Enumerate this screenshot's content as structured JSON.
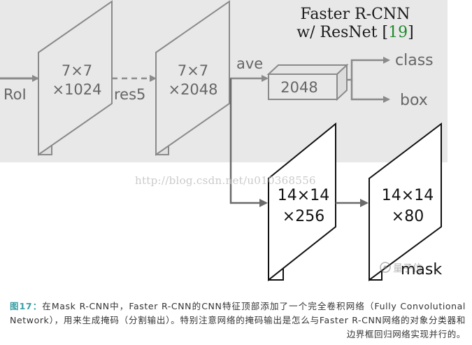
{
  "figure": {
    "title_line1": "Faster R-CNN",
    "title_line2_prefix": "w/ ResNet [",
    "title_ref": "19",
    "title_line2_suffix": "]",
    "input_label": "RoI",
    "box1_line1": "7×7",
    "box1_line2": "×1024",
    "res5_label": "res5",
    "box2_line1": "7×7",
    "box2_line2": "×2048",
    "ave_label": "ave",
    "vector_label": "2048",
    "class_label": "class",
    "box_label": "box",
    "mask1_line1": "14×14",
    "mask1_line2": "×256",
    "mask2_line1": "14×14",
    "mask2_line2": "×80",
    "mask_label": "mask",
    "watermark_url": "http://blog.csdn.net/u010368556",
    "stamp_text": "量子位"
  },
  "caption": {
    "lead": "图17：",
    "text": "在Mask R-CNN中，Faster R-CNN的CNN特征顶部添加了一个完全卷积网络（Fully Convolutional Network），用来生成掩码（分割输出）。特别注意网络的掩码输出是怎么与Faster R-CNN网络的对象分类器和边界框回归网络实现并行的。"
  },
  "colors": {
    "gray_panel": "#e8e8e8",
    "gray_stroke": "#8a8a8a",
    "title_ref": "#1f8a2e",
    "caption_lead": "#3aa0a6"
  }
}
